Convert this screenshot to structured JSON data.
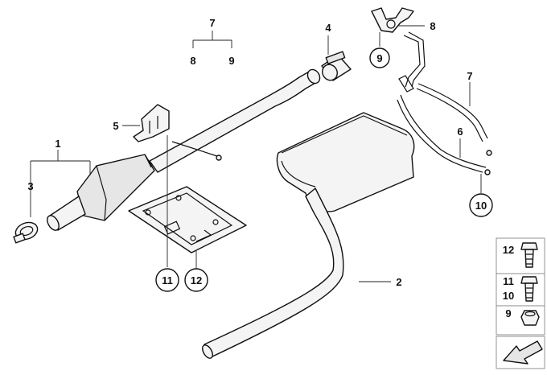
{
  "callouts": {
    "c1": "1",
    "c2": "2",
    "c3": "3",
    "c4": "4",
    "c5": "5",
    "c6": "6",
    "c7a": "7",
    "c7b": "7",
    "c8a": "8",
    "c8b": "8",
    "c9a": "9",
    "c9b": "9",
    "c10": "10",
    "c11": "11",
    "c12": "12"
  },
  "legend": {
    "row1": "12",
    "row2a": "11",
    "row2b": "10",
    "row3": "9"
  }
}
